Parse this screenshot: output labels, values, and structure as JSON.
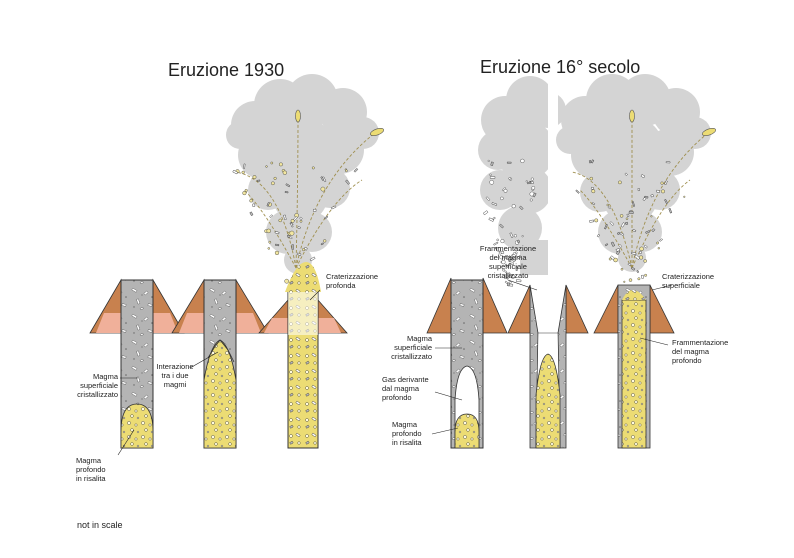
{
  "titles": {
    "left": "Eruzione 1930",
    "right": "Eruzione 16° secolo"
  },
  "labels": {
    "craterizzazione_profonda": [
      "Craterizzazione",
      "profonda"
    ],
    "magma_sup_left": [
      "Magma",
      "superficiale",
      "cristallizzato"
    ],
    "interazione": [
      "Interazione",
      "tra i due",
      "magmi"
    ],
    "magma_prof_left": [
      "Magma",
      "profondo",
      "in risalita"
    ],
    "frammentazione_sup": [
      "Frammentazione",
      "del magma",
      "superficiale",
      "cristallizzato"
    ],
    "craterizzazione_sup": [
      "Craterizzazione",
      "superficiale"
    ],
    "magma_sup_right": [
      "Magma",
      "superficiale",
      "cristallizzato"
    ],
    "gas_derivante": [
      "Gas derivante",
      "dal magma",
      "profondo"
    ],
    "magma_prof_right": [
      "Magma",
      "profondo",
      "in risalita"
    ],
    "frammentazione_prof": [
      "Frammentazione",
      "del magma",
      "profondo"
    ]
  },
  "footnote": "not in scale",
  "colors": {
    "cone": "#c8814e",
    "cone_inner": "#f0b09a",
    "crystallized_magma": "#b4b4b4",
    "deep_magma": "#ecdc74",
    "ash_cloud": "#d4d4d4",
    "trajectory": "#a09050",
    "outline": "#222222"
  }
}
